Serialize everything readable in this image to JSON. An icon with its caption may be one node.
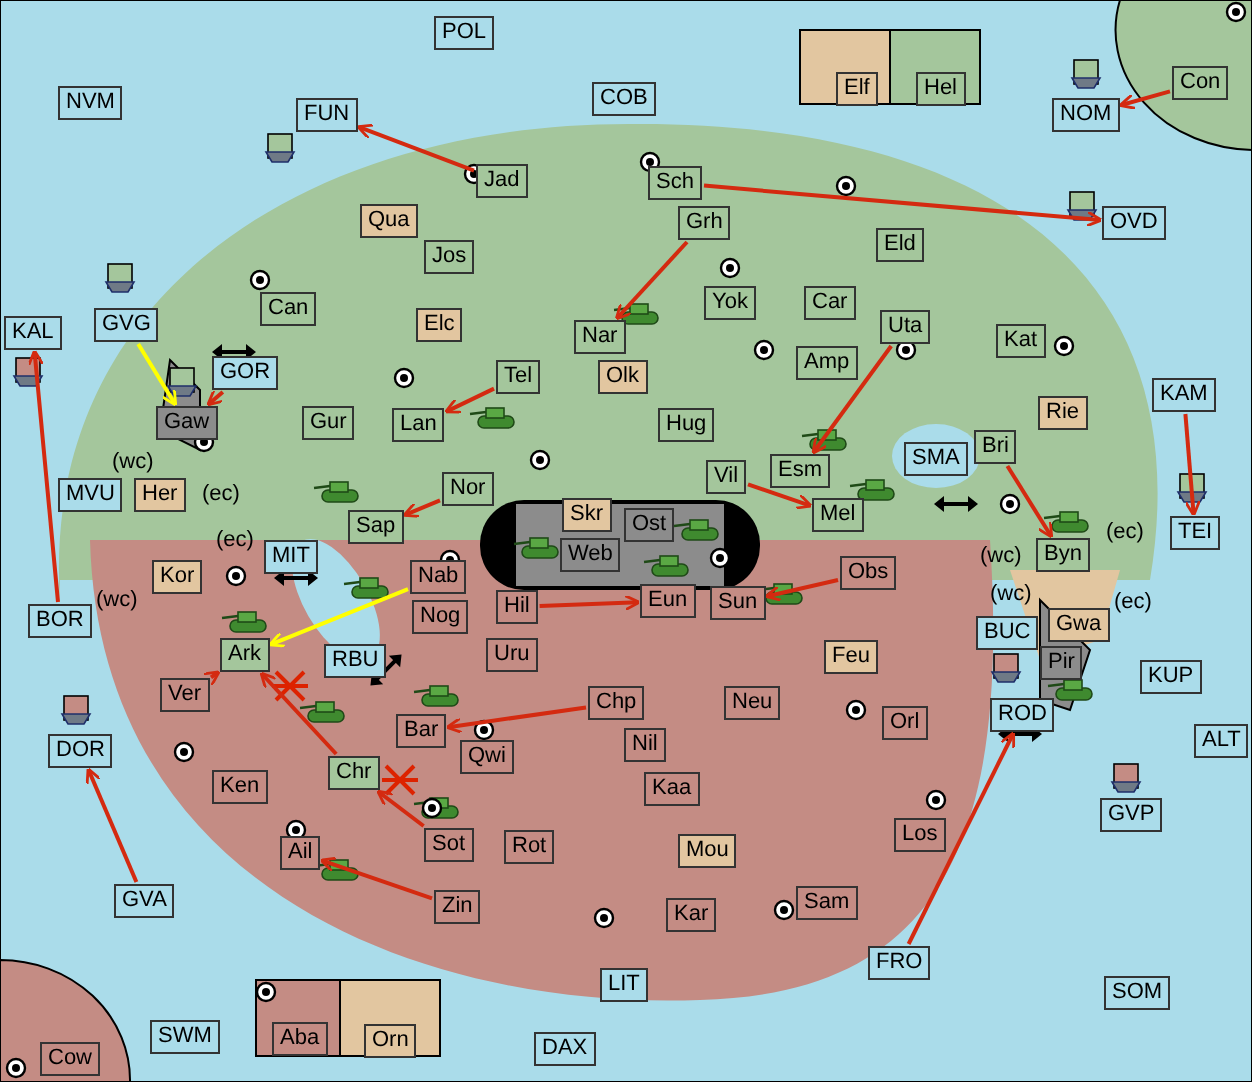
{
  "diagram": {
    "nodes": [
      {
        "text": [
          "POL"
        ]
      },
      {
        "text": [
          "Elf"
        ]
      },
      {
        "text": [
          "Hel"
        ]
      },
      {
        "text": [
          "Con"
        ]
      },
      {
        "text": [
          "NVM"
        ]
      },
      {
        "text": [
          "FUN"
        ]
      },
      {
        "text": [
          "COB"
        ]
      },
      {
        "text": [
          "NOM"
        ]
      },
      {
        "text": [
          "Jad"
        ]
      },
      {
        "text": [
          "Sch"
        ]
      },
      {
        "text": [
          "OVD"
        ]
      },
      {
        "text": [
          "Qua"
        ]
      },
      {
        "text": [
          "Grh"
        ]
      },
      {
        "text": [
          "Eld"
        ]
      },
      {
        "text": [
          "Jos"
        ]
      },
      {
        "text": [
          "Yok"
        ]
      },
      {
        "text": [
          "Car"
        ]
      },
      {
        "text": [
          "Can"
        ]
      },
      {
        "text": [
          "Elc"
        ]
      },
      {
        "text": [
          "Uta"
        ]
      },
      {
        "text": [
          "Nar"
        ]
      },
      {
        "text": [
          "GVG"
        ]
      },
      {
        "text": [
          "KAL"
        ]
      },
      {
        "text": [
          "Kat"
        ]
      },
      {
        "text": [
          "Amp"
        ]
      },
      {
        "text": [
          "GOR"
        ]
      },
      {
        "text": [
          "Tel"
        ]
      },
      {
        "text": [
          "Olk"
        ]
      },
      {
        "text": [
          "KAM"
        ]
      },
      {
        "text": [
          "Rie"
        ]
      },
      {
        "text": [
          "Gaw"
        ]
      },
      {
        "text": [
          "Gur"
        ]
      },
      {
        "text": [
          "Lan"
        ]
      },
      {
        "text": [
          "Hug"
        ]
      },
      {
        "text": [
          "Bri"
        ]
      },
      {
        "text": [
          "SMA"
        ]
      },
      {
        "text": [
          "Esm"
        ]
      },
      {
        "text": [
          "Vil"
        ]
      },
      {
        "text": [
          "Nor"
        ]
      },
      {
        "text": [
          "MVU"
        ]
      },
      {
        "text": [
          "Her"
        ],
        "beside": [
          "(wc)",
          "(ec)"
        ]
      },
      {
        "text": [
          "Sap"
        ]
      },
      {
        "text": [
          "Skr"
        ]
      },
      {
        "text": [
          "Mel"
        ]
      },
      {
        "text": [
          "Ost"
        ]
      },
      {
        "text": [
          "TEI"
        ]
      },
      {
        "text": [
          "Byn"
        ],
        "beside": [
          "(wc)",
          "(ec)"
        ]
      },
      {
        "text": [
          "MIT"
        ]
      },
      {
        "text": [
          "Web"
        ]
      },
      {
        "text": [
          "Kor"
        ],
        "beside": [
          "(ec)",
          "(wc)"
        ]
      },
      {
        "text": [
          "Nab"
        ]
      },
      {
        "text": [
          "Obs"
        ]
      },
      {
        "text": [
          "Eun"
        ]
      },
      {
        "text": [
          "Hil"
        ]
      },
      {
        "text": [
          "Sun"
        ]
      },
      {
        "text": [
          "Nog"
        ]
      },
      {
        "text": [
          "BOR"
        ]
      },
      {
        "text": [
          "Gwa"
        ],
        "beside": [
          "(wc)",
          "(ec)"
        ]
      },
      {
        "text": [
          "BUC"
        ]
      },
      {
        "text": [
          "Ark"
        ]
      },
      {
        "text": [
          "Uru"
        ]
      },
      {
        "text": [
          "Feu"
        ]
      },
      {
        "text": [
          "Pir"
        ]
      },
      {
        "text": [
          "RBU"
        ]
      },
      {
        "text": [
          "KUP"
        ]
      },
      {
        "text": [
          "Ver"
        ]
      },
      {
        "text": [
          "Chp"
        ]
      },
      {
        "text": [
          "Neu"
        ]
      },
      {
        "text": [
          "ROD"
        ]
      },
      {
        "text": [
          "Orl"
        ]
      },
      {
        "text": [
          "Bar"
        ]
      },
      {
        "text": [
          "ALT"
        ]
      },
      {
        "text": [
          "Nil"
        ]
      },
      {
        "text": [
          "DOR"
        ]
      },
      {
        "text": [
          "Qwi"
        ]
      },
      {
        "text": [
          "Chr"
        ]
      },
      {
        "text": [
          "Ken"
        ]
      },
      {
        "text": [
          "Kaa"
        ]
      },
      {
        "text": [
          "GVP"
        ]
      },
      {
        "text": [
          "Los"
        ]
      },
      {
        "text": [
          "Sot"
        ]
      },
      {
        "text": [
          "Rot"
        ]
      },
      {
        "text": [
          "Mou"
        ]
      },
      {
        "text": [
          "Ail"
        ]
      },
      {
        "text": [
          "GVA"
        ]
      },
      {
        "text": [
          "Sam"
        ]
      },
      {
        "text": [
          "Zin"
        ]
      },
      {
        "text": [
          "Kar"
        ]
      },
      {
        "text": [
          "FRO"
        ]
      },
      {
        "text": [
          "LIT"
        ]
      },
      {
        "text": [
          "SOM"
        ]
      },
      {
        "text": [
          "SWM"
        ]
      },
      {
        "text": [
          "Aba"
        ]
      },
      {
        "text": [
          "Orn"
        ]
      },
      {
        "text": [
          "DAX"
        ]
      },
      {
        "text": [
          "Cow"
        ]
      }
    ],
    "edges": [
      {
        "from": 8,
        "to": 5,
        "arrow": "to"
      },
      {
        "from": 3,
        "to": 7,
        "arrow": "to"
      },
      {
        "from": 9,
        "to": 10,
        "arrow": "to"
      },
      {
        "from": 12,
        "to": 20,
        "arrow": "to"
      },
      {
        "from": 26,
        "to": 32,
        "arrow": "to"
      },
      {
        "from": 19,
        "to": 36,
        "arrow": "to"
      },
      {
        "from": 28,
        "to": 45,
        "arrow": "to"
      },
      {
        "from": 21,
        "to": 30,
        "arrow": "to",
        "color": "#ffff00"
      },
      {
        "from": 25,
        "to": 30,
        "arrow": "to"
      },
      {
        "from": 56,
        "to": 22,
        "arrow": "to"
      },
      {
        "from": 38,
        "to": 41,
        "arrow": "to"
      },
      {
        "from": 37,
        "to": 43,
        "arrow": "to"
      },
      {
        "from": 34,
        "to": 46,
        "arrow": "to"
      },
      {
        "from": 53,
        "to": 52,
        "arrow": "to"
      },
      {
        "from": 51,
        "to": 54,
        "arrow": "to"
      },
      {
        "from": 50,
        "to": 59,
        "arrow": "to",
        "color": "#ffff00"
      },
      {
        "from": 65,
        "to": 59,
        "arrow": "to"
      },
      {
        "from": 75,
        "to": 59,
        "arrow": "to"
      },
      {
        "from": 66,
        "to": 70,
        "arrow": "to"
      },
      {
        "from": 88,
        "to": 68,
        "arrow": "to"
      },
      {
        "from": 80,
        "to": 75,
        "arrow": "to"
      },
      {
        "from": 84,
        "to": 73,
        "arrow": "to"
      },
      {
        "from": 86,
        "to": 83,
        "arrow": "to"
      }
    ]
  }
}
